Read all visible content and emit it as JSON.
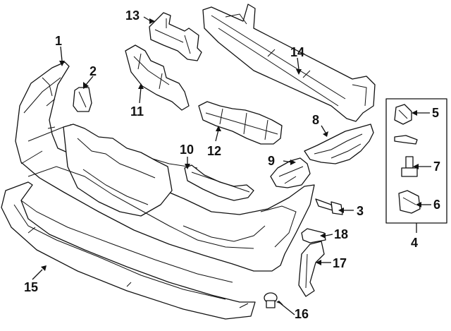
{
  "callouts": [
    {
      "id": "1"
    },
    {
      "id": "2"
    },
    {
      "id": "3"
    },
    {
      "id": "4"
    },
    {
      "id": "5"
    },
    {
      "id": "6"
    },
    {
      "id": "7"
    },
    {
      "id": "8"
    },
    {
      "id": "9"
    },
    {
      "id": "10"
    },
    {
      "id": "11"
    },
    {
      "id": "12"
    },
    {
      "id": "13"
    },
    {
      "id": "14"
    },
    {
      "id": "15"
    },
    {
      "id": "16"
    },
    {
      "id": "17"
    },
    {
      "id": "18"
    }
  ],
  "colors": {
    "line": "#111111",
    "background": "#ffffff"
  }
}
